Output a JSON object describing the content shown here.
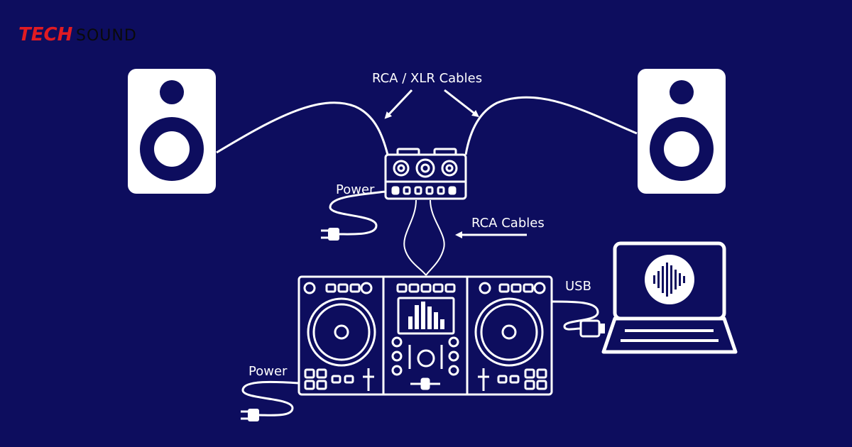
{
  "logo": {
    "part1": "TECH",
    "part2": "SOUND",
    "accent": "#e11b22"
  },
  "labels": {
    "rca_xlr": "RCA  / XLR Cables",
    "rca": "RCA  Cables",
    "power_top": "Power",
    "power_bottom": "Power",
    "usb": "USB"
  },
  "colors": {
    "background": "#0d0d5e",
    "line": "#ffffff"
  },
  "icons": [
    "speaker-icon",
    "audio-interface-icon",
    "power-plug-icon",
    "dj-controller-icon",
    "laptop-icon",
    "usb-plug-icon",
    "arrow-icon"
  ]
}
